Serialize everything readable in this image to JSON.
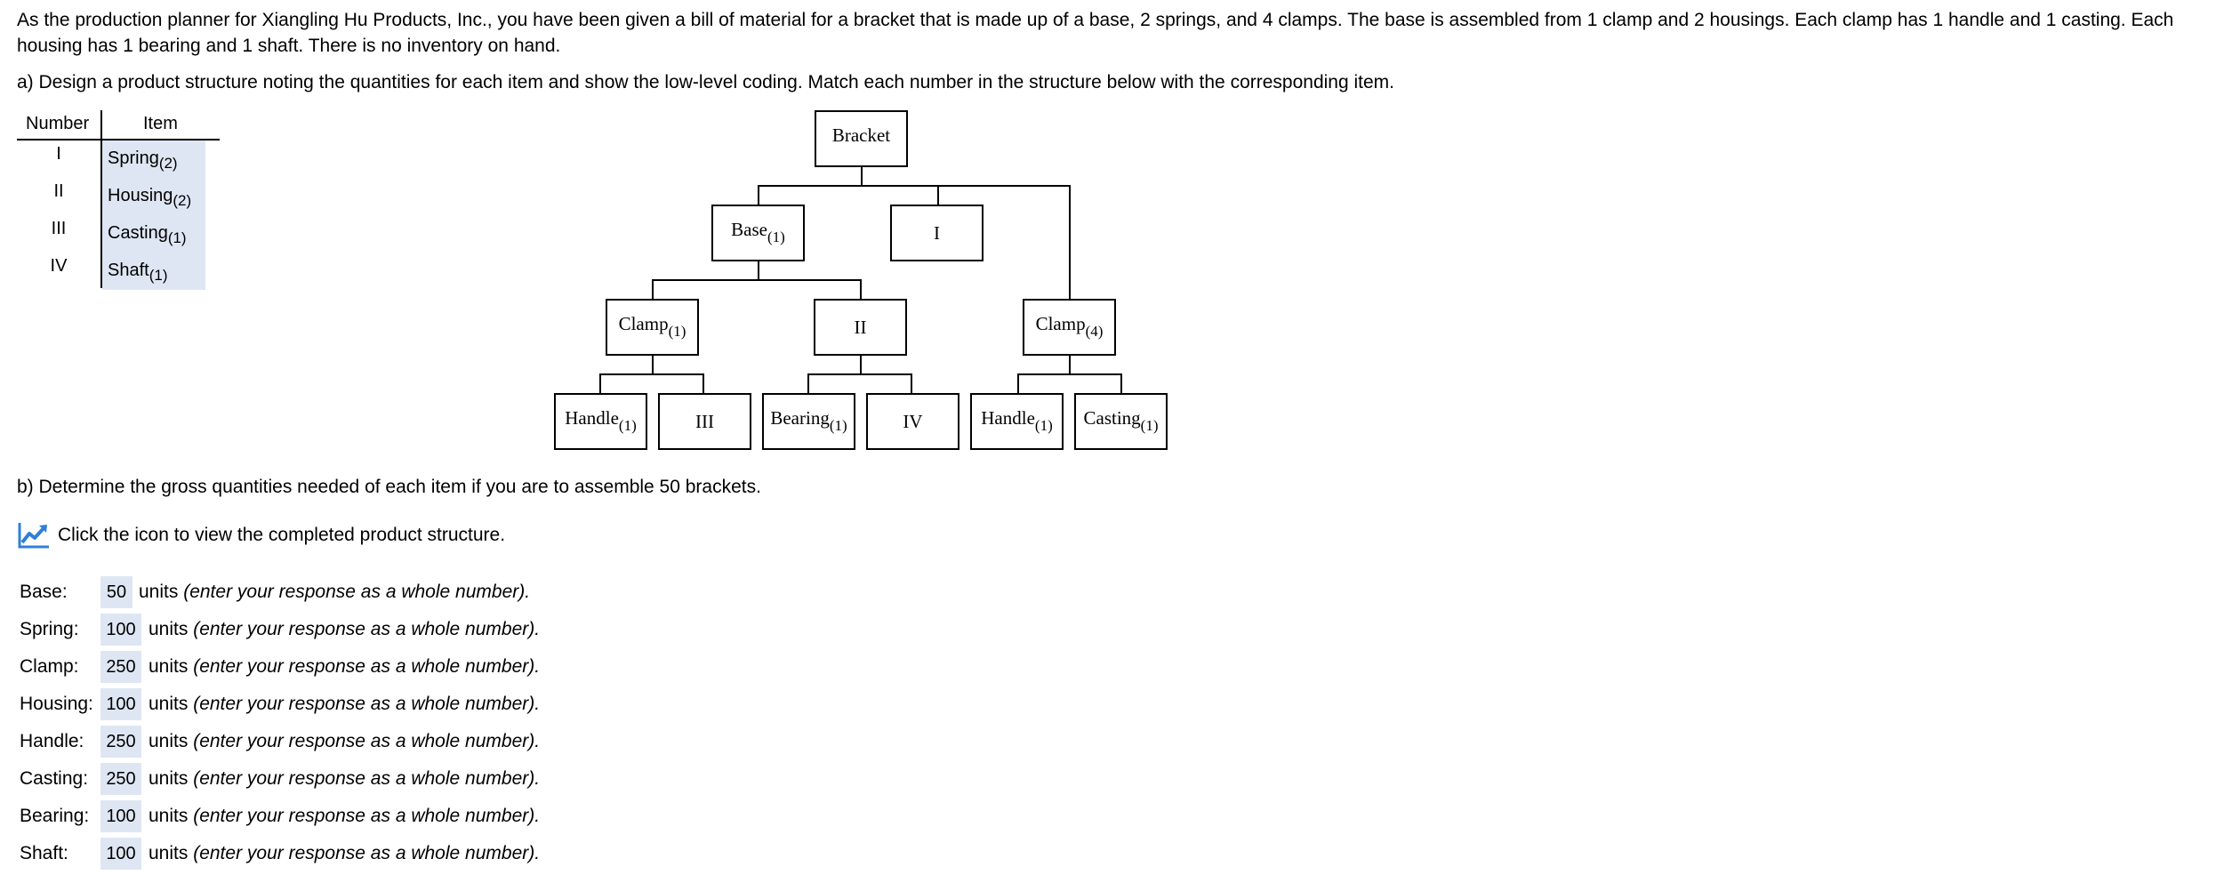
{
  "problem": {
    "intro": "As the production planner for Xiangling Hu Products, Inc., you have been given a bill of material for a bracket that is made up of a base, 2 springs, and 4 clamps. The base is assembled from 1 clamp and 2 housings. Each clamp has 1 handle and 1 casting. Each housing has 1 bearing and 1 shaft. There is no inventory on hand.",
    "part_a": "a) Design a product structure noting the quantities for each item and show the low-level coding. Match each number in the structure below with the corresponding item.",
    "part_b": "b) Determine the gross quantities needed of each item if you are to assemble 50 brackets."
  },
  "match_table": {
    "header_number": "Number",
    "header_item": "Item",
    "rows": [
      {
        "number": "I",
        "item": "Spring",
        "qty": "(2)"
      },
      {
        "number": "II",
        "item": "Housing",
        "qty": "(2)"
      },
      {
        "number": "III",
        "item": "Casting",
        "qty": "(1)"
      },
      {
        "number": "IV",
        "item": "Shaft",
        "qty": "(1)"
      }
    ]
  },
  "tree": {
    "bracket": {
      "label": "Bracket",
      "qty": ""
    },
    "base": {
      "label": "Base",
      "qty": "(1)"
    },
    "spring_slot": {
      "label": "I",
      "qty": ""
    },
    "clamp_under_base": {
      "label": "Clamp",
      "qty": "(1)"
    },
    "housing_slot": {
      "label": "II",
      "qty": ""
    },
    "clamp_top": {
      "label": "Clamp",
      "qty": "(4)"
    },
    "handle_a": {
      "label": "Handle",
      "qty": "(1)"
    },
    "casting_slot": {
      "label": "III",
      "qty": ""
    },
    "bearing": {
      "label": "Bearing",
      "qty": "(1)"
    },
    "shaft_slot": {
      "label": "IV",
      "qty": ""
    },
    "handle_b": {
      "label": "Handle",
      "qty": "(1)"
    },
    "casting_b": {
      "label": "Casting",
      "qty": "(1)"
    }
  },
  "view_structure": {
    "icon": "chart-icon",
    "note": "Click the icon to view the completed product structure."
  },
  "answers": {
    "units_word": "units",
    "hint": "(enter your response as a whole number).",
    "rows": [
      {
        "label": "Base:",
        "value": "50"
      },
      {
        "label": "Spring:",
        "value": "100"
      },
      {
        "label": "Clamp:",
        "value": "250"
      },
      {
        "label": "Housing:",
        "value": "100"
      },
      {
        "label": "Handle:",
        "value": "250"
      },
      {
        "label": "Casting:",
        "value": "250"
      },
      {
        "label": "Bearing:",
        "value": "100"
      },
      {
        "label": "Shaft:",
        "value": "100"
      }
    ]
  },
  "colors": {
    "answer_fill": "#dfe6f3",
    "icon_blue": "#2f7fd9"
  }
}
